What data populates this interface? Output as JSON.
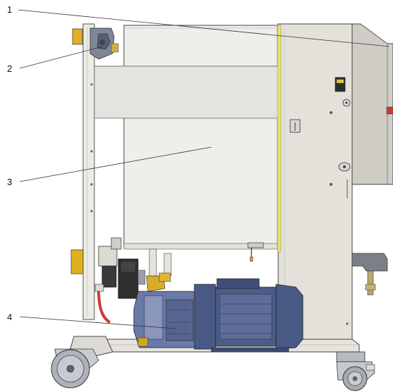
{
  "diagram": {
    "callouts": [
      {
        "id": "1",
        "label": "1"
      },
      {
        "id": "2",
        "label": "2"
      },
      {
        "id": "3",
        "label": "3"
      },
      {
        "id": "4",
        "label": "4"
      }
    ]
  },
  "colors": {
    "frame": "#e9e7e0",
    "cabinet": "#e2e0d8",
    "tank": "#eceae4",
    "pump_blue": "#4a5a86",
    "pump_light": "#8a96bc",
    "brass": "#d4a81e",
    "hose_red": "#cc3b33",
    "caster_grey": "#9fa4ab"
  }
}
